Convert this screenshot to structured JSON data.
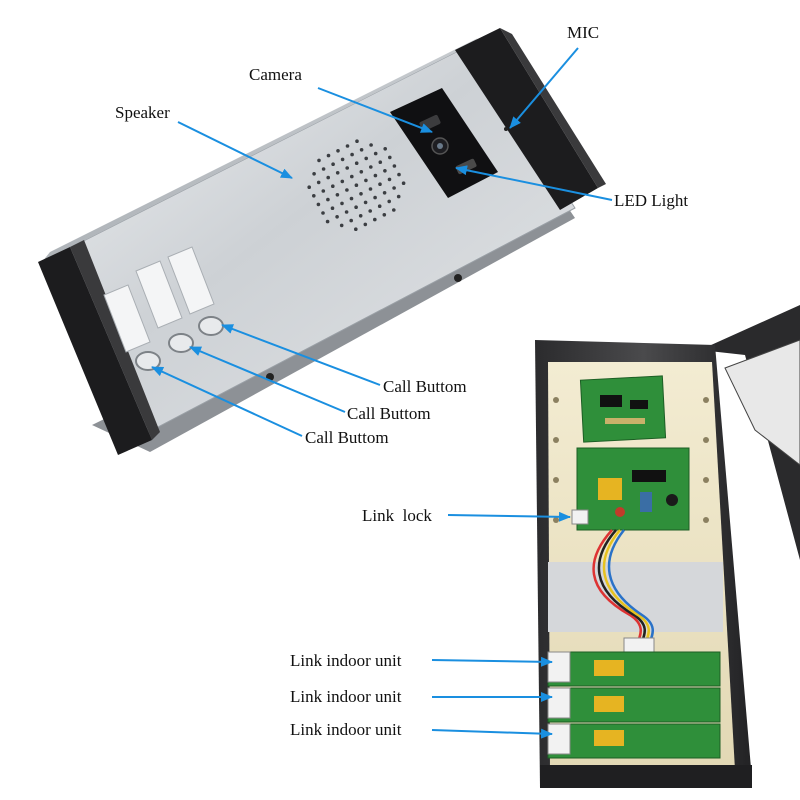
{
  "labels": {
    "mic": "MIC",
    "camera": "Camera",
    "speaker": "Speaker",
    "led_light": "LED Light",
    "call_button_1": "Call Buttom",
    "call_button_2": "Call Buttom",
    "call_button_3": "Call Buttom",
    "link_lock": "Link  lock",
    "link_indoor_1": "Link indoor unit",
    "link_indoor_2": "Link indoor unit",
    "link_indoor_3": "Link indoor unit"
  },
  "colors": {
    "arrow": "#1a8fe0",
    "panel_silver": "#d7dadd",
    "end_cap": "#1c1c1e",
    "housing_dark": "#2a2a2c",
    "pcb_green": "#2f8f3a",
    "relay_yellow": "#e6b422",
    "backplate": "#efe7c8"
  },
  "icons": [
    "speaker-grille-icon",
    "camera-lens-icon",
    "led-light-icon",
    "call-button-icon",
    "circuit-board-icon",
    "terminal-connector-icon"
  ]
}
